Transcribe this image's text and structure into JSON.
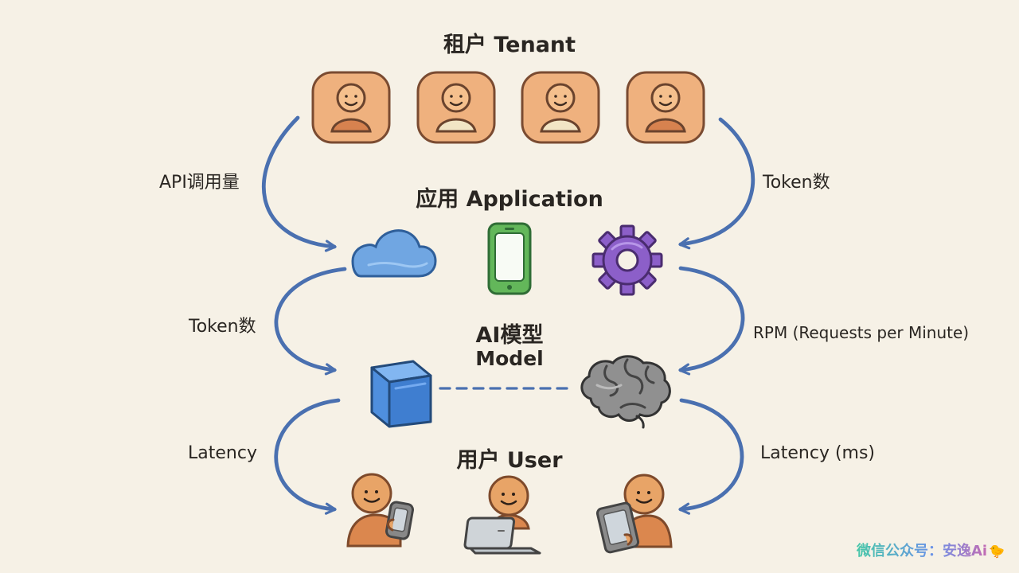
{
  "titles": {
    "tenant": "租户 Tenant",
    "application": "应用 Application",
    "model_zh": "AI模型",
    "model_en": "Model",
    "user": "用户 User"
  },
  "metrics": {
    "left_top": "API调用量",
    "right_top": "Token数",
    "left_middle": "Token数",
    "right_middle": "RPM (Requests per Minute)",
    "left_bottom": "Latency",
    "right_bottom": "Latency (ms)"
  },
  "icons": {
    "tenant": [
      "tenant-avatar-icon",
      "tenant-avatar-icon",
      "tenant-avatar-icon",
      "tenant-avatar-icon"
    ],
    "application": [
      "cloud-icon",
      "phone-icon",
      "gear-icon"
    ],
    "model": [
      "cube-icon",
      "brain-icon"
    ],
    "user": [
      "user-with-phone-icon",
      "user-with-laptop-icon",
      "user-with-tablet-icon"
    ]
  },
  "colors": {
    "background": "#f6f1e6",
    "arrow": "#4a70b0",
    "tenant_tile": "#f0b27f",
    "tenant_avatar": "#d9804f",
    "cloud": "#6fa5e0",
    "phone": "#6bbf59",
    "gear": "#8b5dc8",
    "cube": "#4d88d4",
    "brain": "#8e8e8e",
    "user_avatar": "#e49f63"
  },
  "watermark": {
    "text": "微信公众号：安逸Ai",
    "emoji": "🐤"
  }
}
